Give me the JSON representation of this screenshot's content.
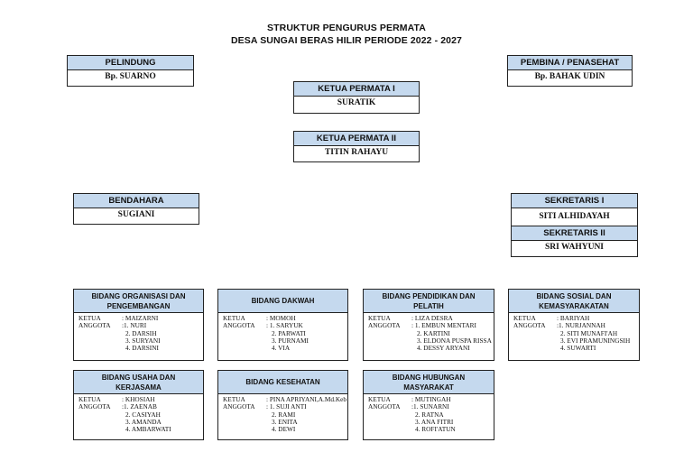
{
  "title": {
    "line1": "STRUKTUR PENGURUS PERMATA",
    "line2": "DESA SUNGAI BERAS HILIR PERIODE 2022 - 2027"
  },
  "pelindung": {
    "role": "PELINDUNG",
    "name": "Bp. SUARNO"
  },
  "pembina": {
    "role": "PEMBINA / PENASEHAT",
    "name": "Bp. BAHAK UDIN"
  },
  "ketua1": {
    "role": "KETUA PERMATA I",
    "name": "SURATIK"
  },
  "ketua2": {
    "role": "KETUA PERMATA II",
    "name": "TITIN RAHAYU"
  },
  "bendahara": {
    "role": "BENDAHARA",
    "name": "SUGIANI"
  },
  "sekretaris1": {
    "role": "SEKRETARIS I",
    "name": "SITI ALHIDAYAH"
  },
  "sekretaris2": {
    "role": "SEKRETARIS II",
    "name": "SRI WAHYUNI"
  },
  "bidang": [
    {
      "title": "BIDANG ORGANISASI DAN PENGEMBANGAN",
      "rows": [
        [
          "KETUA",
          ": MAIZARNI"
        ],
        [
          "ANGGOTA",
          ":1. NURI"
        ],
        [
          "",
          "2. DARSIH"
        ],
        [
          "",
          "3. SURYANI"
        ],
        [
          "",
          "4. DARSINI"
        ]
      ]
    },
    {
      "title": "BIDANG DAKWAH",
      "rows": [
        [
          "KETUA",
          ": MOMOH"
        ],
        [
          "ANGGOTA",
          ": 1. SARYUK"
        ],
        [
          "",
          "2. PARWATI"
        ],
        [
          "",
          "3. PURNAMI"
        ],
        [
          "",
          "4. VIA"
        ]
      ]
    },
    {
      "title": "BIDANG PENDIDIKAN DAN PELATIH",
      "rows": [
        [
          "KETUA",
          ": LIZA DESRA"
        ],
        [
          "ANGGOTA",
          ": 1. EMBUN MENTARI"
        ],
        [
          "",
          "2. KARTINI"
        ],
        [
          "",
          "3. ELDONA PUSPA RISSA"
        ],
        [
          "",
          "4. DESSY ARYANI"
        ]
      ]
    },
    {
      "title": "BIDANG SOSIAL DAN KEMASYARAKATAN",
      "rows": [
        [
          "KETUA",
          ": BARIYAH"
        ],
        [
          "ANGGOTA",
          ":1. NURJANNAH"
        ],
        [
          "",
          "2. SITI MUNAFI'AH"
        ],
        [
          "",
          "3. EVI PRAMUNINGSIH"
        ],
        [
          "",
          "4. SUWARTI"
        ]
      ]
    },
    {
      "title": "BIDANG USAHA DAN KERJASAMA",
      "rows": [
        [
          "KETUA",
          ": KHOSIAH"
        ],
        [
          "ANGGOTA",
          ":1. ZAENAB"
        ],
        [
          "",
          "2. CASIYAH"
        ],
        [
          "",
          "3. AMANDA"
        ],
        [
          "",
          "4. AMBARWATI"
        ]
      ]
    },
    {
      "title": "BIDANG KESEHATAN",
      "rows": [
        [
          "KETUA",
          ": PINA APRIYANI,A.Md.Keb"
        ],
        [
          "ANGGOTA",
          ": 1. SUJI ANTI"
        ],
        [
          "",
          "2. RAMI"
        ],
        [
          "",
          "3. ENITA"
        ],
        [
          "",
          "4. DEWI"
        ]
      ]
    },
    {
      "title": "BIDANG HUBUNGAN MASYARAKAT",
      "rows": [
        [
          "KETUA",
          ": MUTINGAH"
        ],
        [
          "ANGGOTA",
          ":1. SUNARNI"
        ],
        [
          "",
          "2. RATNA"
        ],
        [
          "",
          "3. ANA FITRI"
        ],
        [
          "",
          "4. ROFI'ATUN"
        ]
      ]
    }
  ]
}
